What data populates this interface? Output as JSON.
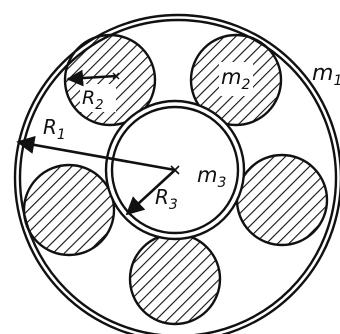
{
  "labels": {
    "m1": "m",
    "m1_sub": "1",
    "m2": "m",
    "m2_sub": "2",
    "m3": "m",
    "m3_sub": "3",
    "r1": "R",
    "r1_sub": "1",
    "r2": "R",
    "r2_sub": "2",
    "r3": "R",
    "r3_sub": "3"
  },
  "colors": {
    "ink": "#111111",
    "paper": "#ffffff"
  }
}
